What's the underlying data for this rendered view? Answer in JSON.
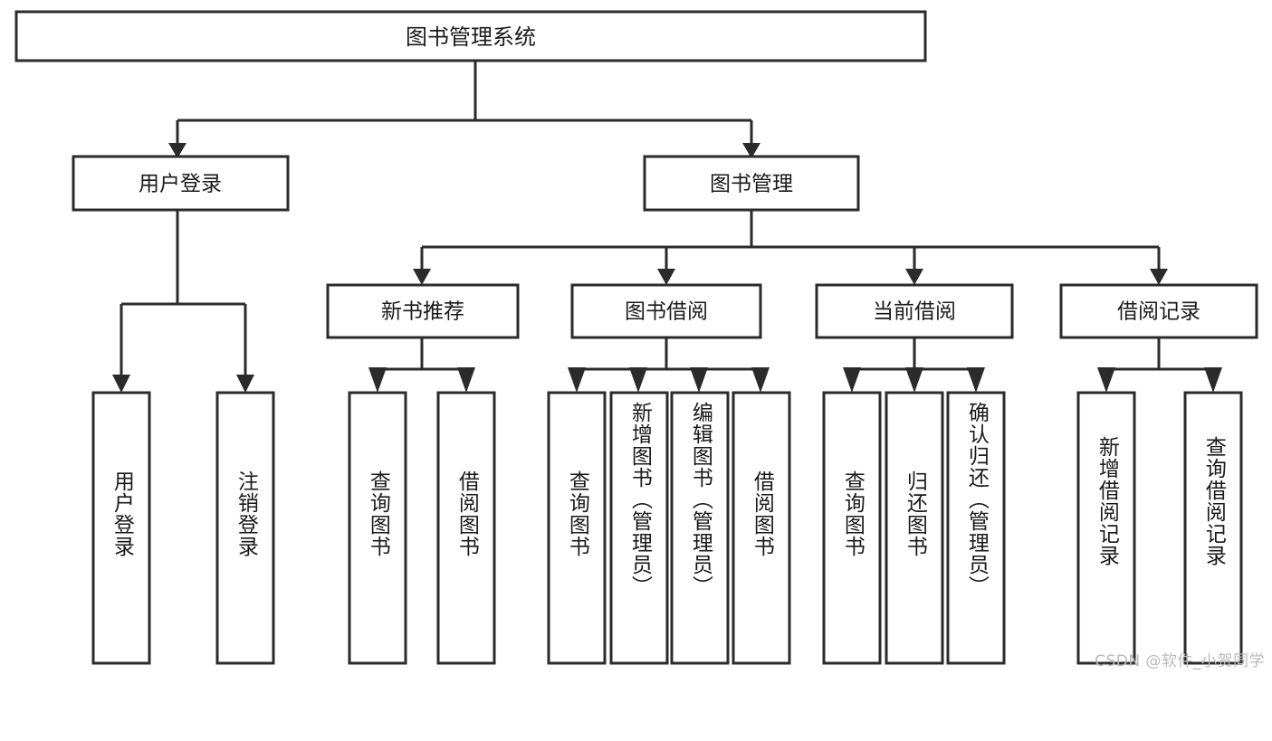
{
  "diagram": {
    "type": "tree-hierarchy-functional-structure",
    "watermark": "CSDN @软件_小贺同学",
    "colors": {
      "stroke": "#2b2b2b",
      "node_fill": "#ffffff",
      "text": "#1a1a1a",
      "background": "#ffffff",
      "watermark": "#b9b9b9"
    },
    "root": {
      "label": "图书管理系统"
    },
    "level2": [
      {
        "id": "user-login",
        "label": "用户登录"
      },
      {
        "id": "book-management",
        "label": "图书管理"
      }
    ],
    "level3": [
      {
        "id": "new-book-recommend",
        "label": "新书推荐"
      },
      {
        "id": "book-borrow",
        "label": "图书借阅"
      },
      {
        "id": "current-borrow",
        "label": "当前借阅"
      },
      {
        "id": "borrow-record",
        "label": "借阅记录"
      }
    ],
    "leaves": {
      "user-login": [
        {
          "id": "leaf-user-login",
          "label": "用户登录"
        },
        {
          "id": "leaf-logout",
          "label": "注销登录"
        }
      ],
      "new-book-recommend": [
        {
          "id": "leaf-query-book-1",
          "label": "查询图书"
        },
        {
          "id": "leaf-borrow-book-1",
          "label": "借阅图书"
        }
      ],
      "book-borrow": [
        {
          "id": "leaf-query-book-2",
          "label": "查询图书"
        },
        {
          "id": "leaf-add-book",
          "label": "新增图书（管理员）"
        },
        {
          "id": "leaf-edit-book",
          "label": "编辑图书（管理员）"
        },
        {
          "id": "leaf-borrow-book-2",
          "label": "借阅图书"
        }
      ],
      "current-borrow": [
        {
          "id": "leaf-query-book-3",
          "label": "查询图书"
        },
        {
          "id": "leaf-return-book",
          "label": "归还图书"
        },
        {
          "id": "leaf-confirm-return",
          "label": "确认归还（管理员）"
        }
      ],
      "borrow-record": [
        {
          "id": "leaf-add-record",
          "label": "新增借阅记录"
        },
        {
          "id": "leaf-query-record",
          "label": "查询借阅记录"
        }
      ]
    }
  }
}
